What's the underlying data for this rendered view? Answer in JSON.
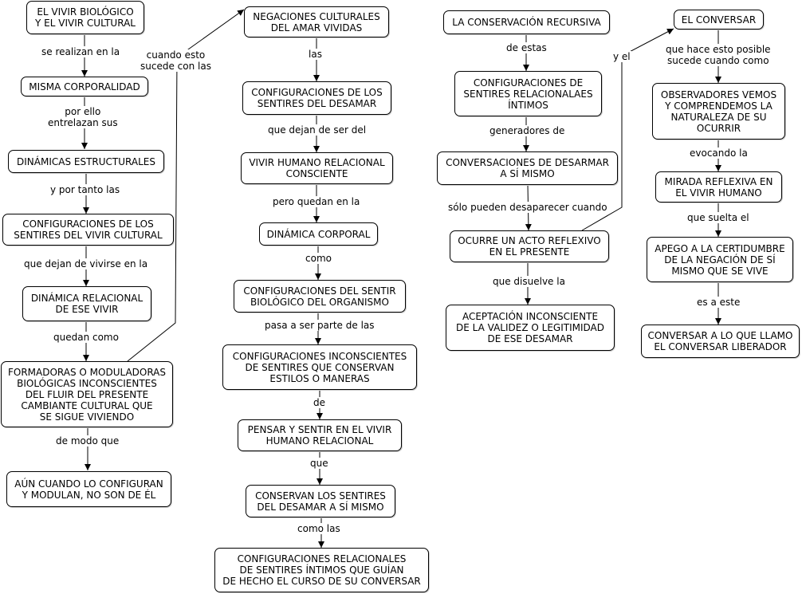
{
  "nodes": {
    "n1": "EL VIVIR BIOLÓGICO\nY EL VIVIR CULTURAL",
    "n2": "MISMA CORPORALIDAD",
    "n3": "DINÁMICAS ESTRUCTURALES",
    "n4": "CONFIGURACIONES DE LOS\nSENTIRES DEL VIVIR CULTURAL",
    "n5": "DINÁMICA RELACIONAL\nDE ESE VIVIR",
    "n6": "FORMADORAS O MODULADORAS\nBIOLÓGICAS INCONSCIENTES\nDEL FLUIR DEL PRESENTE\nCAMBIANTE CULTURAL QUE\nSE SIGUE VIVIENDO",
    "n7": "AÚN CUANDO LO CONFIGURAN\nY MODULAN, NO SON DE ÉL",
    "n8": "NEGACIONES CULTURALES\nDEL AMAR VIVIDAS",
    "n9": "CONFIGURACIONES DE LOS\nSENTIRES DEL DESAMAR",
    "n10": "VIVIR HUMANO RELACIONAL\nCONSCIENTE",
    "n11": "DINÁMICA CORPORAL",
    "n12": "CONFIGURACIONES DEL SENTIR\nBIOLÓGICO DEL ORGANISMO",
    "n13": "CONFIGURACIONES INCONSCIENTES\nDE SENTIRES QUE CONSERVAN\nESTILOS O MANERAS",
    "n14": "PENSAR Y SENTIR EN EL VIVIR\nHUMANO RELACIONAL",
    "n15": "CONSERVAN LOS SENTIRES\nDEL DESAMAR A SÍ MISMO",
    "n16": "CONFIGURACIONES RELACIONALES\nDE SENTIRES ÍNTIMOS QUE GUÍAN\nDE HECHO EL CURSO DE SU CONVERSAR",
    "n17": "LA CONSERVACIÓN RECURSIVA",
    "n18": "CONFIGURACIONES DE\nSENTIRES RELACIONALAES\nÍNTIMOS",
    "n19": "CONVERSACIONES DE DESARMAR\nA SÍ MISMO",
    "n20": "OCURRE UN ACTO REFLEXIVO\nEN EL PRESENTE",
    "n21": "ACEPTACIÓN INCONSCIENTE\nDE LA VALIDEZ O LEGITIMIDAD\nDE ESE DESAMAR",
    "n22": "EL CONVERSAR",
    "n23": "OBSERVADORES VEMOS\nY COMPRENDEMOS LA\nNATURALEZA DE SU\nOCURRIR",
    "n24": "MIRADA REFLEXIVA EN\nEL VIVIR HUMANO",
    "n25": "APEGO A LA CERTIDUMBRE\nDE LA NEGACIÓN DE SÍ\nMISMO QUE SE VIVE",
    "n26": "CONVERSAR A LO QUE LLAMO\nEL CONVERSAR LIBERADOR"
  },
  "labels": {
    "l1": "se realizan en la",
    "l2": "por ello\nentrelazan sus",
    "l3": "y por tanto las",
    "l4": "que dejan de vivirse en la",
    "l5": "quedan como",
    "l6": "de modo que",
    "l7": "cuando esto\nsucede con las",
    "l8": "las",
    "l9": "que dejan de ser del",
    "l10": "pero quedan en la",
    "l11": "como",
    "l12": "pasa a ser parte de las",
    "l13": "de",
    "l14": "que",
    "l15": "como las",
    "l16": "de estas",
    "l17": "generadores de",
    "l18": "sólo pueden desaparecer cuando",
    "l19": "que disuelve la",
    "l20": "y el",
    "l21": "que hace esto posible\nsucede cuando como",
    "l22": "evocando la",
    "l23": "que suelta el",
    "l24": "es a este"
  }
}
